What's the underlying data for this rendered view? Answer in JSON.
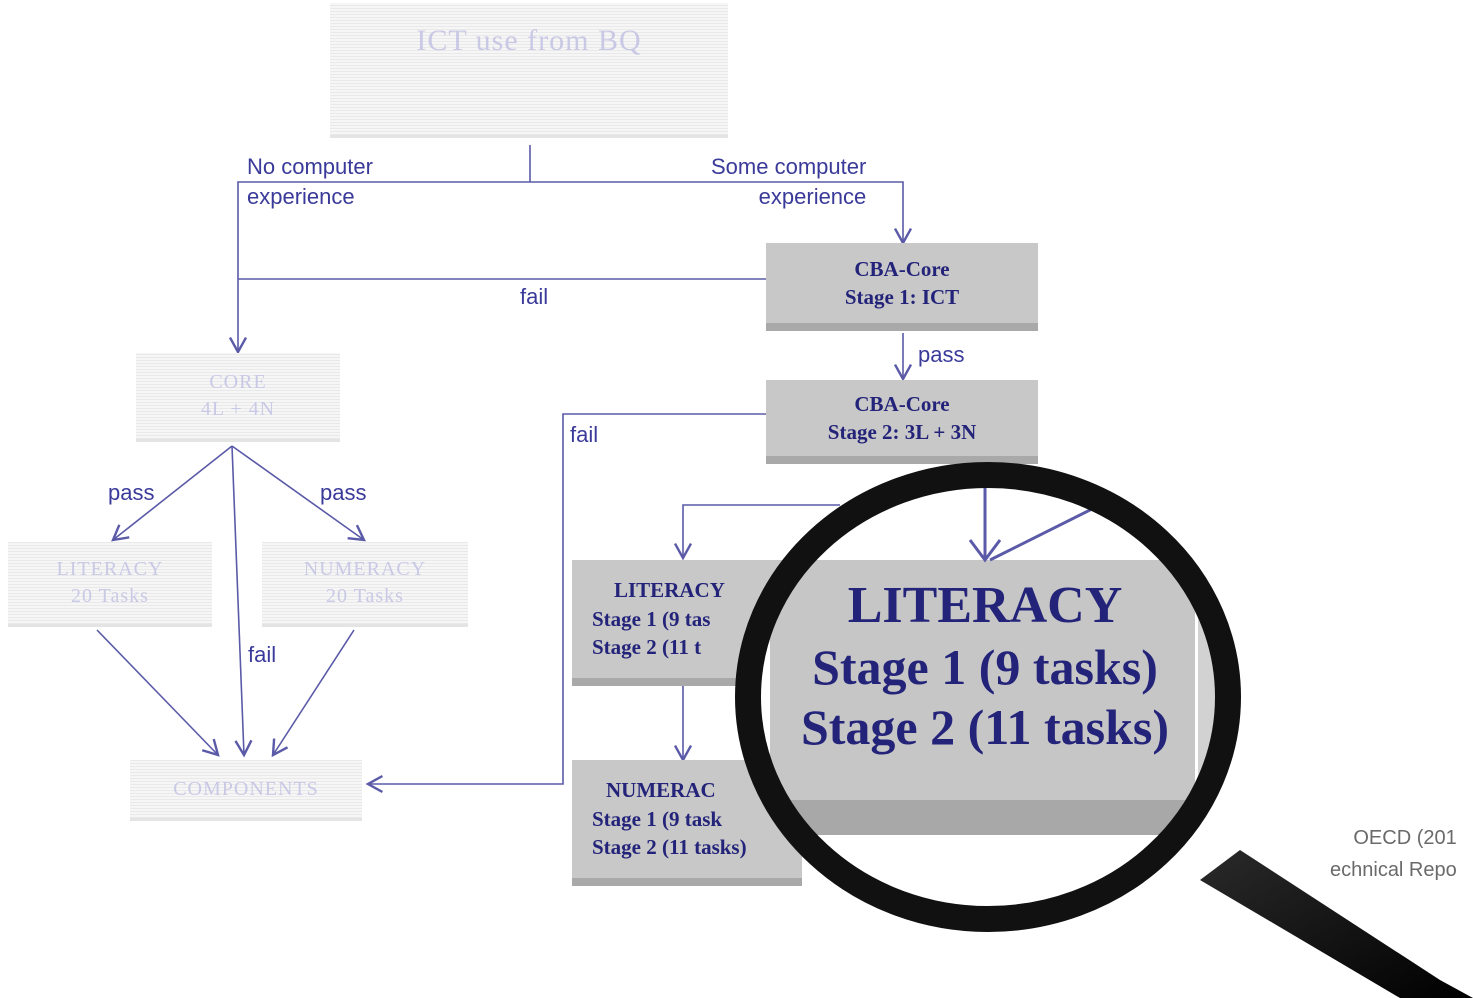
{
  "nodes": {
    "ict_bq": {
      "lines": [
        "ICT use from BQ"
      ]
    },
    "core": {
      "lines": [
        "CORE",
        "4L + 4N"
      ]
    },
    "literacy_paper": {
      "lines": [
        "LITERACY",
        "20 Tasks"
      ]
    },
    "numeracy_paper": {
      "lines": [
        "NUMERACY",
        "20 Tasks"
      ]
    },
    "components": {
      "lines": [
        "COMPONENTS"
      ]
    },
    "cba_stage1": {
      "lines": [
        "CBA-Core",
        "Stage 1: ICT"
      ]
    },
    "cba_stage2": {
      "lines": [
        "CBA-Core",
        "Stage 2: 3L + 3N"
      ]
    },
    "literacy_cba": {
      "lines": [
        "LITERACY",
        "Stage 1 (9 tas",
        "Stage 2 (11 t"
      ]
    },
    "numeracy_cba": {
      "lines": [
        "NUMERAC",
        "Stage 1 (9 task",
        "Stage 2 (11 tasks)"
      ]
    }
  },
  "edge_labels": {
    "no_computer": [
      "No computer",
      "experience"
    ],
    "some_computer": [
      "Some computer",
      "experience"
    ],
    "fail_top": "fail",
    "pass_stage": "pass",
    "fail_left": "fail",
    "pass_left": "pass",
    "pass_right": "pass",
    "fail_mid": "fail"
  },
  "magnifier": {
    "lines": [
      "LITERACY",
      "Stage 1 (9 tasks)",
      "Stage 2 (11 tasks)"
    ]
  },
  "credit": [
    "OECD (201",
    "echnical Repo"
  ],
  "colors": {
    "line": "#5a5aa8",
    "solid_box": "#c8c8c8",
    "solid_text": "#23237a",
    "faded_text": "#c9c9e6",
    "lens_rim": "#111111"
  }
}
